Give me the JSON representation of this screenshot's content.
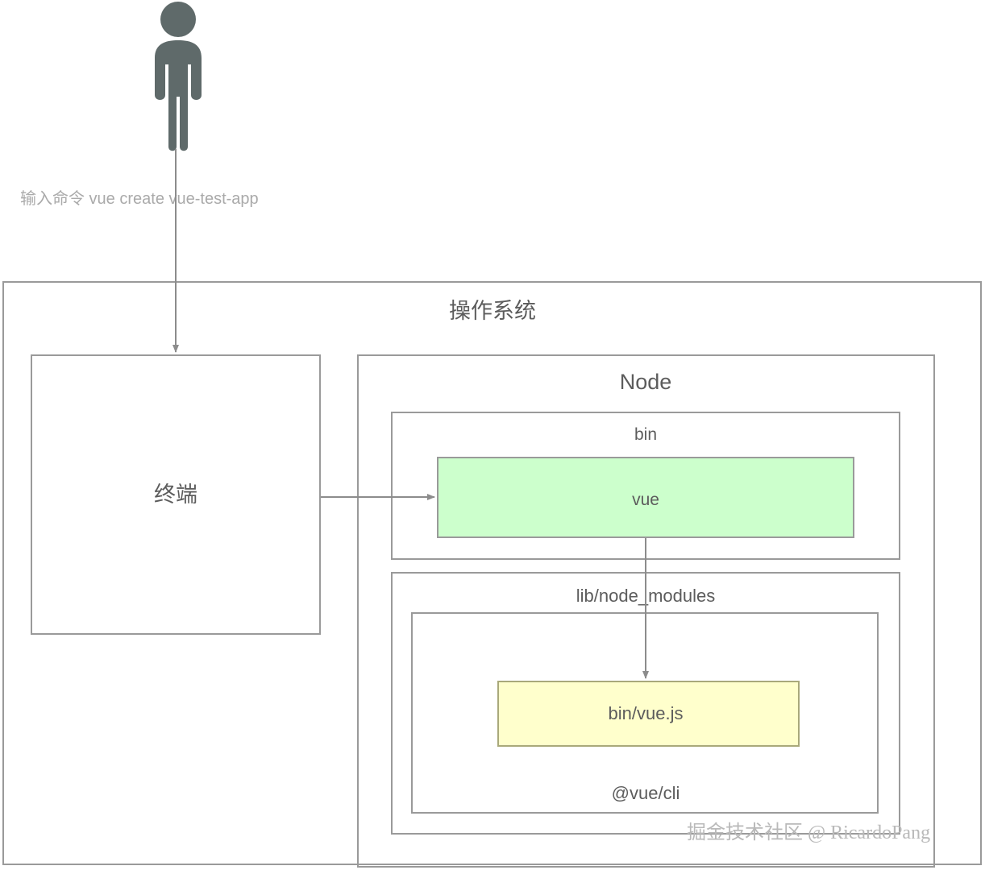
{
  "diagram": {
    "title_text": "操作系统",
    "actor": {
      "icon": "person-icon",
      "command_label": "输入命令 vue create vue-test-app"
    },
    "os_box": {
      "label": "操作系统"
    },
    "terminal_box": {
      "label": "终端"
    },
    "node_box": {
      "label": "Node"
    },
    "bin_box": {
      "label": "bin"
    },
    "vue_bin_box": {
      "label": "vue",
      "fill": "#ccffcc"
    },
    "lib_node_modules_box": {
      "label": "lib/node_modules"
    },
    "vue_cli_box": {
      "label": "@vue/cli"
    },
    "vue_js_box": {
      "label": "bin/vue.js",
      "fill": "#ffffcc"
    },
    "watermark": {
      "text": "掘金技术社区 @ RicardoPang"
    },
    "colors": {
      "stroke": "#9a9a9a",
      "text": "#5c5c5c",
      "muted_text": "#aaaaaa",
      "person": "#5f6a6a",
      "green_fill": "#ccffcc",
      "yellow_fill": "#ffffcc",
      "yellow_stroke": "#a9a97a"
    }
  }
}
